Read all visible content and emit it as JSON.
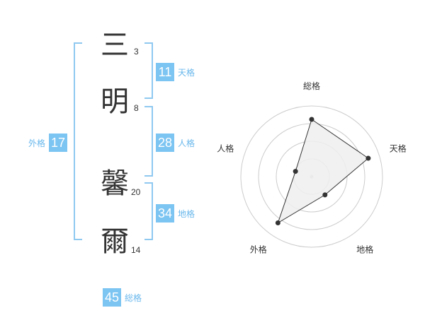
{
  "characters": [
    {
      "char": "三",
      "strokes": "3"
    },
    {
      "char": "明",
      "strokes": "8"
    },
    {
      "char": "馨",
      "strokes": "20"
    },
    {
      "char": "爾",
      "strokes": "14"
    }
  ],
  "scores": {
    "tenkaku": {
      "value": "11",
      "label": "天格"
    },
    "jinkaku": {
      "value": "28",
      "label": "人格"
    },
    "chikaku": {
      "value": "34",
      "label": "地格"
    },
    "gaikaku": {
      "value": "17",
      "label": "外格"
    },
    "soukaku": {
      "value": "45",
      "label": "総格"
    }
  },
  "chart_data": {
    "type": "radar",
    "axes": [
      "総格",
      "天格",
      "地格",
      "外格",
      "人格"
    ],
    "values": [
      0.81,
      0.84,
      0.32,
      0.81,
      0.24
    ],
    "rings": 4,
    "colors": {
      "fill": "#efefef",
      "line": "#333333",
      "ring": "#cccccc",
      "point": "#333333"
    }
  },
  "colors": {
    "accent": "#7cc4f2",
    "accent_text": "#6ab8ec",
    "bracket": "#8fc9f0"
  }
}
